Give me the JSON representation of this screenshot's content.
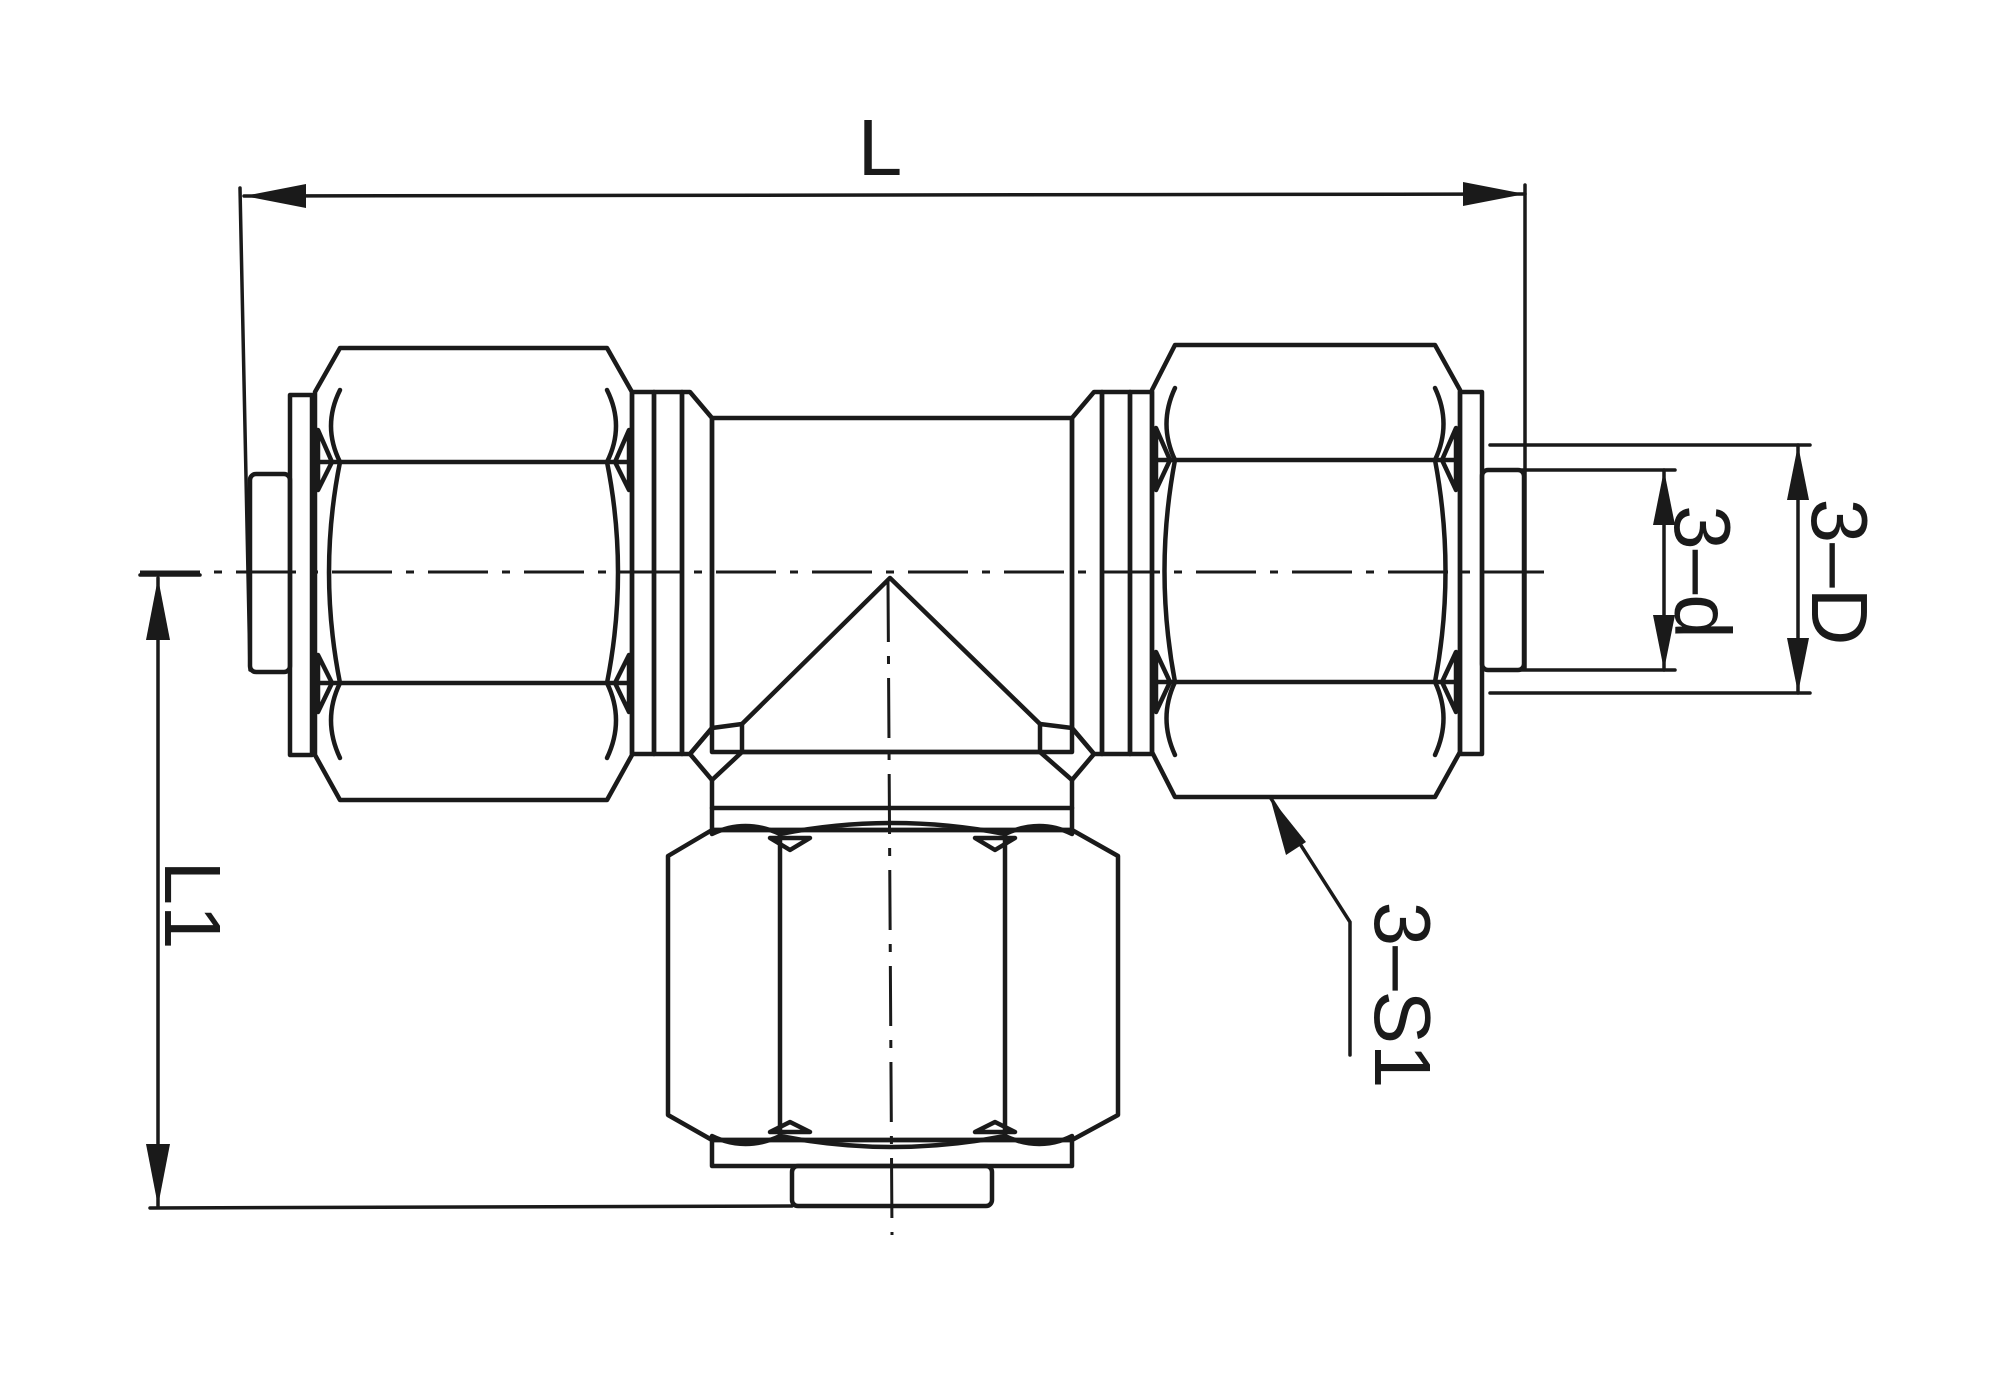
{
  "labels": {
    "length": "L",
    "branch_length": "L1",
    "outer_diameter": "3–D",
    "inner_diameter": "3–d",
    "hex_size": "3–S1"
  },
  "colors": {
    "line": "#1a1a1a",
    "background": "#ffffff"
  }
}
